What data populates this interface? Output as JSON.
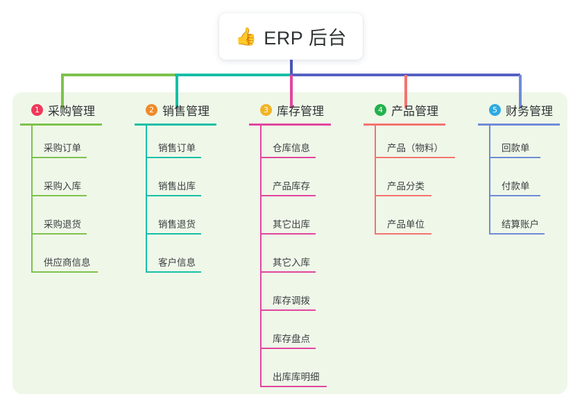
{
  "root": {
    "icon": "thumbs-up-emoji",
    "emoji": "👍",
    "title": "ERP 后台"
  },
  "palette": {
    "canvas_background": "#eff7e9",
    "page_background": "#ffffff",
    "root_stem": "#4a54b5",
    "bus_left": "#7dc24b",
    "bus_mid": "#16bfa6",
    "bus_right": "#5560c4"
  },
  "columns": [
    {
      "index": "1",
      "badge_color": "#f0395a",
      "line_color": "#7dc24b",
      "title": "采购管理",
      "rule_width": 118,
      "items": [
        {
          "label": "采购订单",
          "rule_width": 80
        },
        {
          "label": "采购入库",
          "rule_width": 80
        },
        {
          "label": "采购退货",
          "rule_width": 80
        },
        {
          "label": "供应商信息",
          "rule_width": 96
        }
      ]
    },
    {
      "index": "2",
      "badge_color": "#f08a28",
      "line_color": "#16bfa6",
      "title": "销售管理",
      "rule_width": 118,
      "items": [
        {
          "label": "销售订单",
          "rule_width": 80
        },
        {
          "label": "销售出库",
          "rule_width": 80
        },
        {
          "label": "销售退货",
          "rule_width": 80
        },
        {
          "label": "客户信息",
          "rule_width": 80
        }
      ]
    },
    {
      "index": "3",
      "badge_color": "#f2b426",
      "line_color": "#e1459c",
      "title": "库存管理",
      "rule_width": 118,
      "items": [
        {
          "label": "仓库信息",
          "rule_width": 80
        },
        {
          "label": "产品库存",
          "rule_width": 80
        },
        {
          "label": "其它出库",
          "rule_width": 80
        },
        {
          "label": "其它入库",
          "rule_width": 80
        },
        {
          "label": "库存调拨",
          "rule_width": 80
        },
        {
          "label": "库存盘点",
          "rule_width": 80
        },
        {
          "label": "出库库明细",
          "rule_width": 96
        }
      ]
    },
    {
      "index": "4",
      "badge_color": "#22b24c",
      "line_color": "#f4736e",
      "title": "产品管理",
      "rule_width": 118,
      "items": [
        {
          "label": "产品（物料）",
          "rule_width": 116
        },
        {
          "label": "产品分类",
          "rule_width": 82
        },
        {
          "label": "产品单位",
          "rule_width": 82
        }
      ]
    },
    {
      "index": "5",
      "badge_color": "#2eaae0",
      "line_color": "#6e8bd6",
      "title": "财务管理",
      "rule_width": 118,
      "items": [
        {
          "label": "回款单",
          "rule_width": 74
        },
        {
          "label": "付款单",
          "rule_width": 74
        },
        {
          "label": "结算账户",
          "rule_width": 80
        }
      ]
    }
  ]
}
